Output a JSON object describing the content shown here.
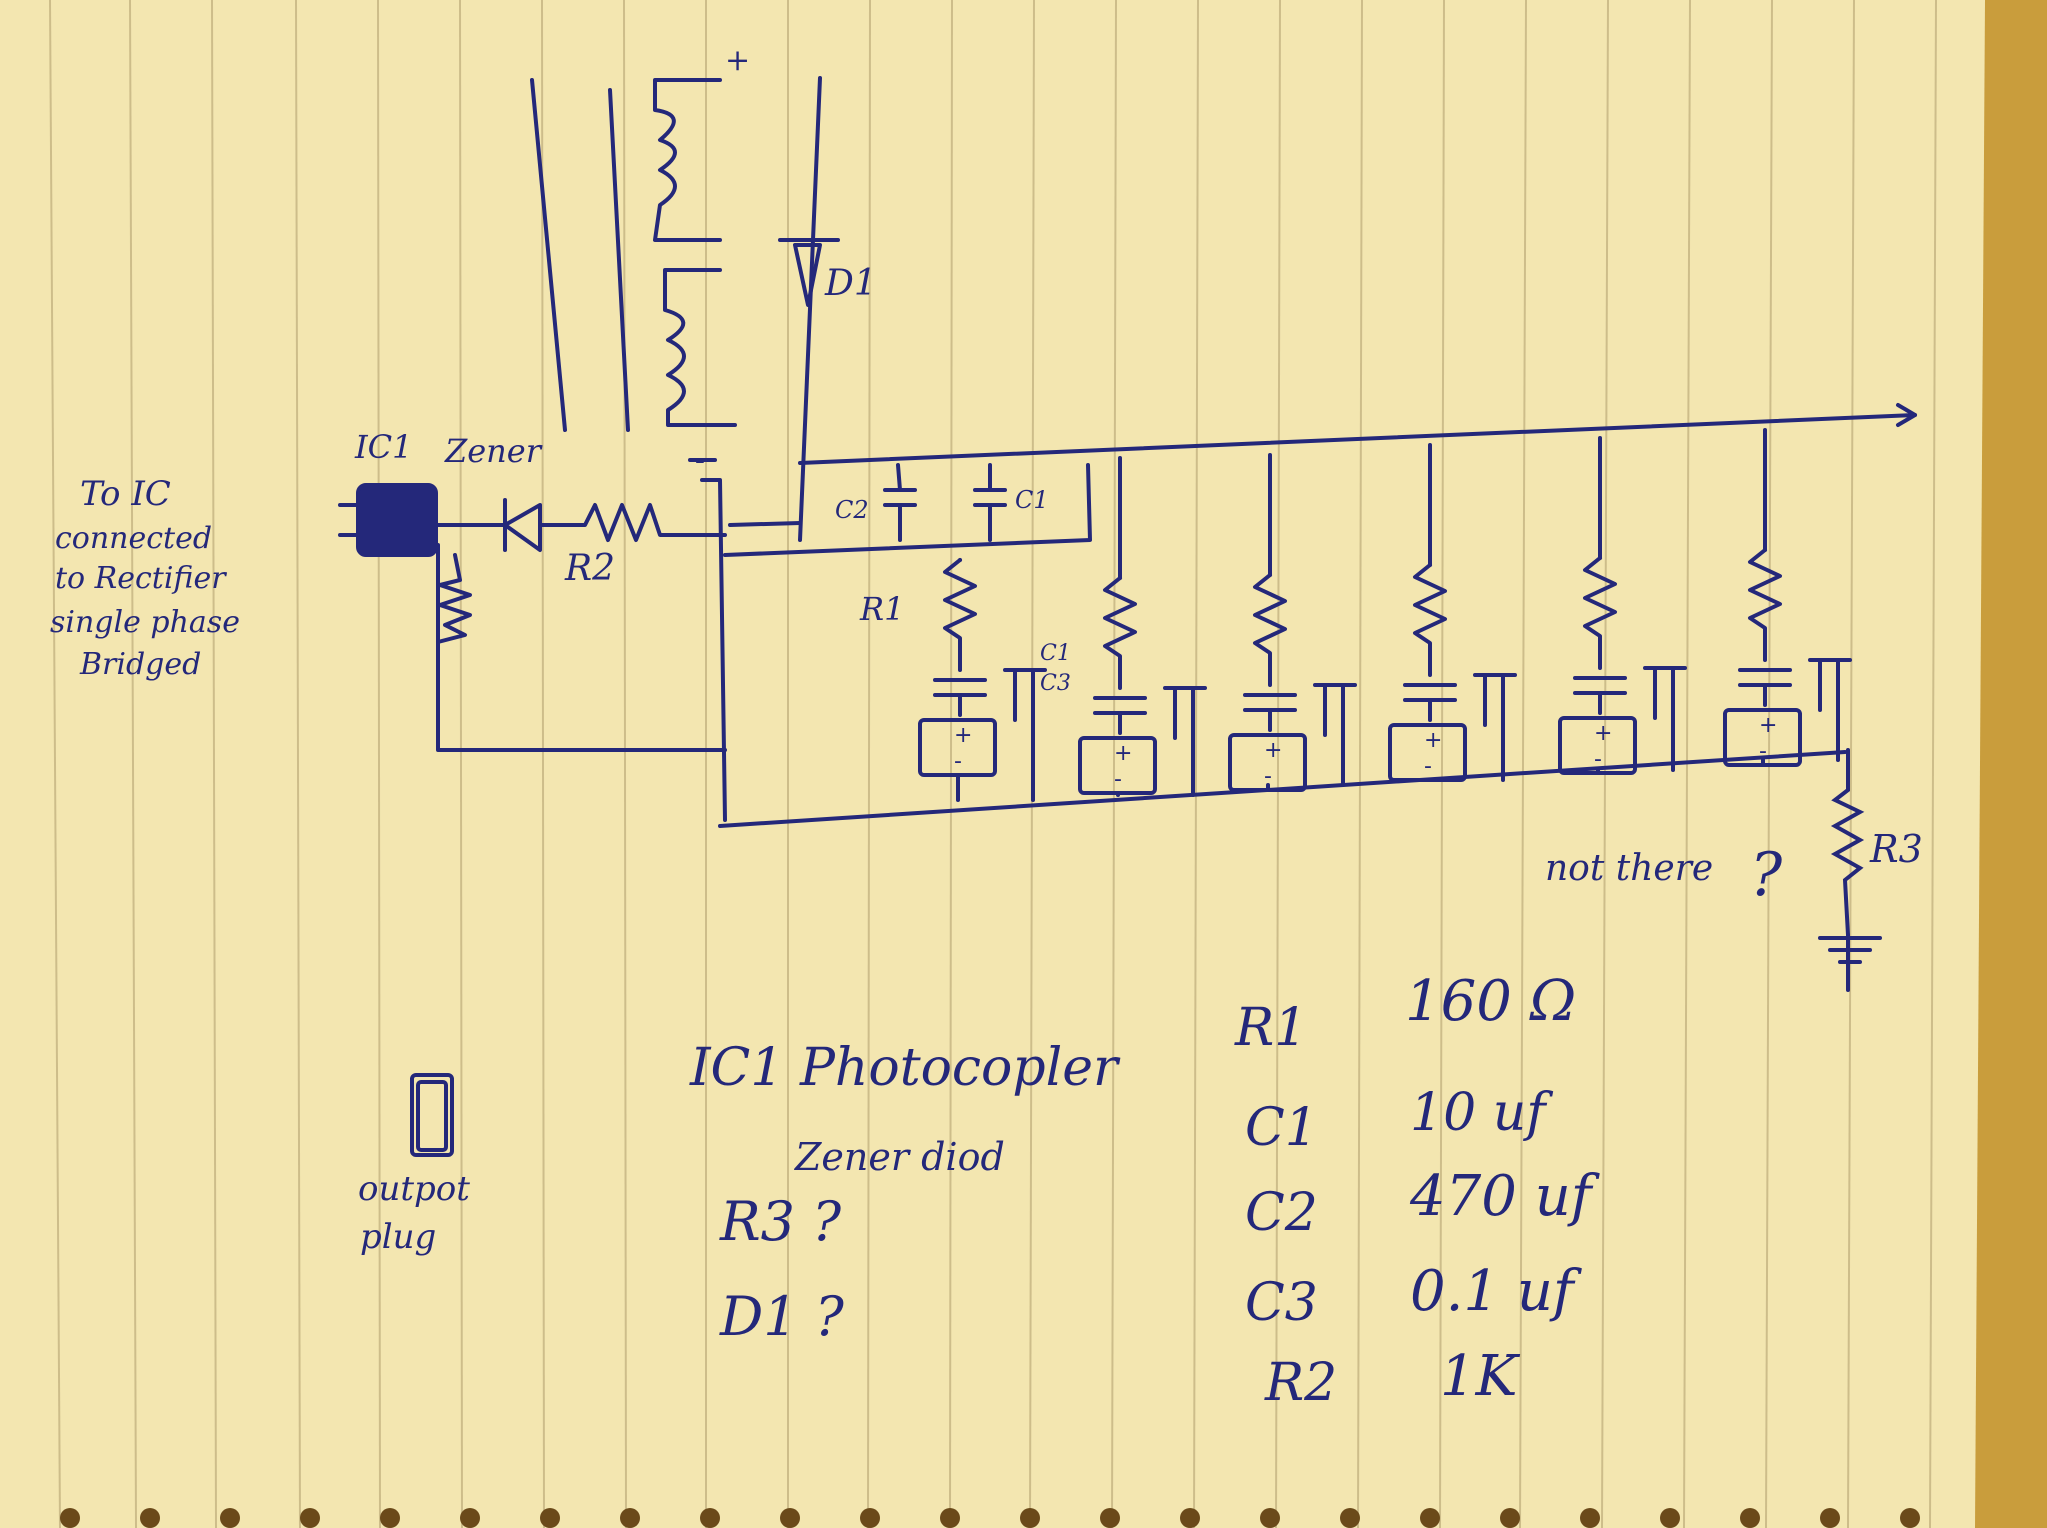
{
  "diagram": {
    "ink_color": "#24287a",
    "paper_color": "#f3e6b0",
    "labels": {
      "to_ic_note": [
        "To IC",
        "connected",
        "to Rectifier",
        "single phase",
        "Bridged"
      ],
      "ic1": "IC1",
      "zener": "Zener",
      "r2": "R2",
      "d1": "D1",
      "c2": "C2",
      "c1": "C1",
      "r1": "R1",
      "c1c3": [
        "C1",
        "C3"
      ],
      "plus_top": "+",
      "minus_top": "-",
      "not_there": "not there",
      "question": "?",
      "r3": "R3",
      "output_plug": [
        "outpot",
        "plug"
      ]
    },
    "notes_left": {
      "ic1_line": "IC1 Photocopler",
      "zener_line": "Zener diod",
      "r3_line": "R3 ?",
      "d1_line": "D1 ?"
    },
    "parts_list": [
      {
        "name": "R1",
        "value": "160 Ω"
      },
      {
        "name": "C1",
        "value": "10 uf"
      },
      {
        "name": "C2",
        "value": "470 uf"
      },
      {
        "name": "C3",
        "value": "0.1 uf"
      },
      {
        "name": "R2",
        "value": "1K"
      }
    ]
  }
}
